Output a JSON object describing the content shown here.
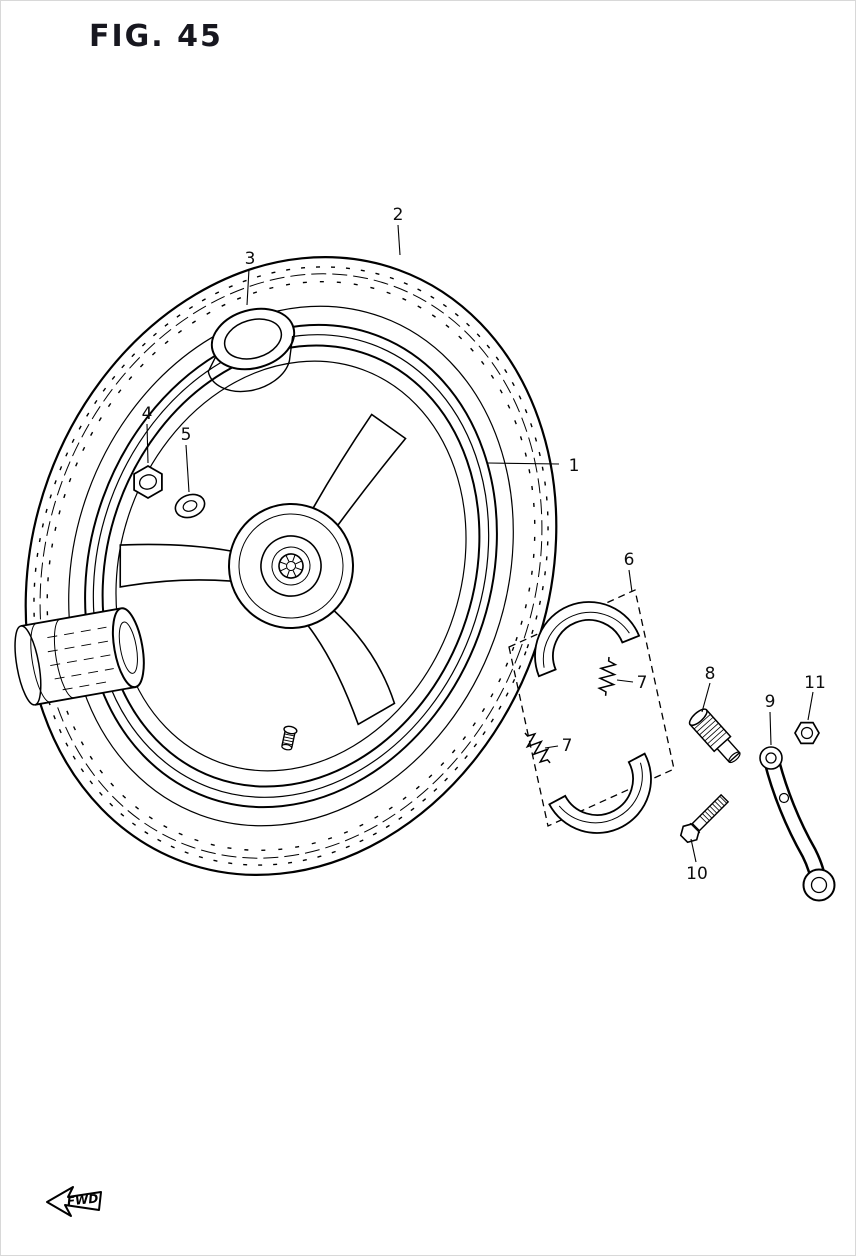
{
  "figure": {
    "title": "FIG. 45"
  },
  "fwd": {
    "label": "FWD"
  },
  "callouts": {
    "c1": "1",
    "c2": "2",
    "c3": "3",
    "c4": "4",
    "c5": "5",
    "c6": "6",
    "c7a": "7",
    "c7b": "7",
    "c8": "8",
    "c9": "9",
    "c10": "10",
    "c11": "11"
  },
  "colors": {
    "line": "#000000",
    "title": "#17171f",
    "background": "#ffffff"
  }
}
